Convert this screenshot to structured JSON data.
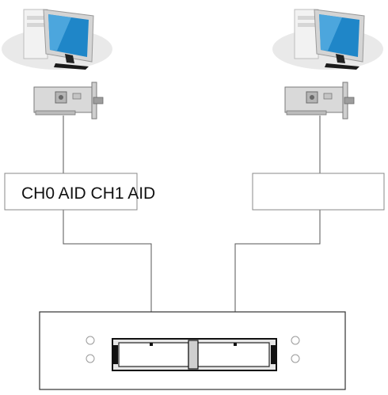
{
  "diagram": {
    "left_box_label": "CH0 AID CH1 AID",
    "right_box_label": "",
    "nodes": [
      {
        "name": "computer-left",
        "type": "desktop-computer"
      },
      {
        "name": "computer-right",
        "type": "desktop-computer"
      },
      {
        "name": "card-left",
        "type": "network-adapter-card"
      },
      {
        "name": "card-right",
        "type": "network-adapter-card"
      },
      {
        "name": "box-left",
        "type": "label-box"
      },
      {
        "name": "box-right",
        "type": "label-box"
      },
      {
        "name": "chassis",
        "type": "device-chassis-with-two-slots"
      }
    ],
    "icons": [
      "desktop-computer-icon",
      "network-card-icon",
      "chassis-icon",
      "screw-hole-icon"
    ],
    "colors": {
      "line": "#555555",
      "monitor_blue": "#1f86c8",
      "monitor_frame": "#c8c8c8",
      "stand": "#1a1a1a",
      "card": "#d9d9d9",
      "shadow": "#e8e8e8"
    }
  }
}
